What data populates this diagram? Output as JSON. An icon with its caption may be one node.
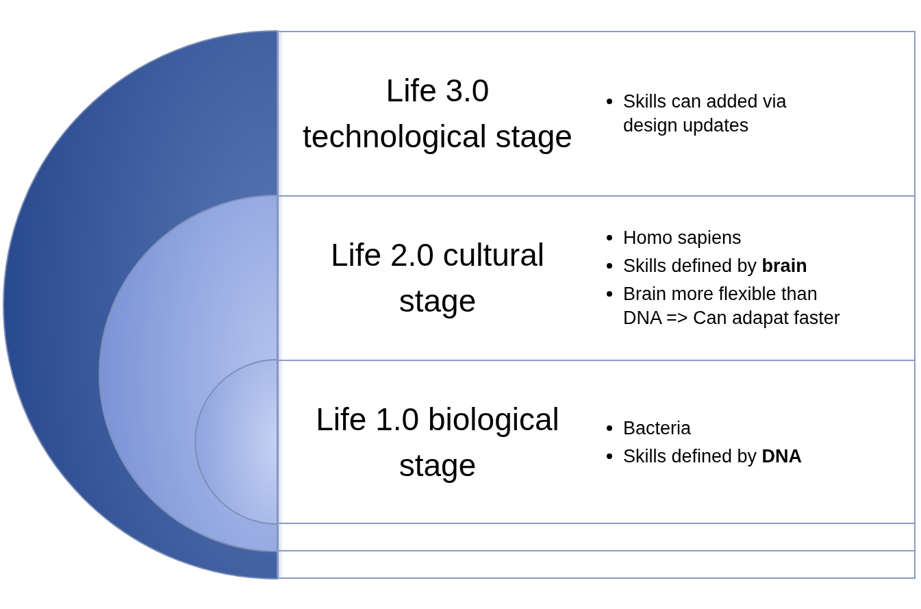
{
  "diagram": {
    "nodes": [
      {
        "text": [],
        "shape": "semicircle"
      },
      {
        "text": [
          "Life 3.0 technological stage",
          "Skills can added via design updates"
        ]
      },
      {
        "text": [],
        "shape": "semicircle",
        "in": 0
      },
      {
        "text": [
          "Life 2.0 cultural stage",
          "Homo sapiens",
          "Skills defined by **brain**",
          "Brain more flexible than DNA => Can adapat faster"
        ],
        "in": 1
      },
      {
        "text": [],
        "shape": "semicircle",
        "in": 2
      },
      {
        "text": [
          "Life 1.0 biological stage",
          "Bacteria",
          "Skills defined by **DNA**"
        ],
        "in": 3
      }
    ]
  }
}
